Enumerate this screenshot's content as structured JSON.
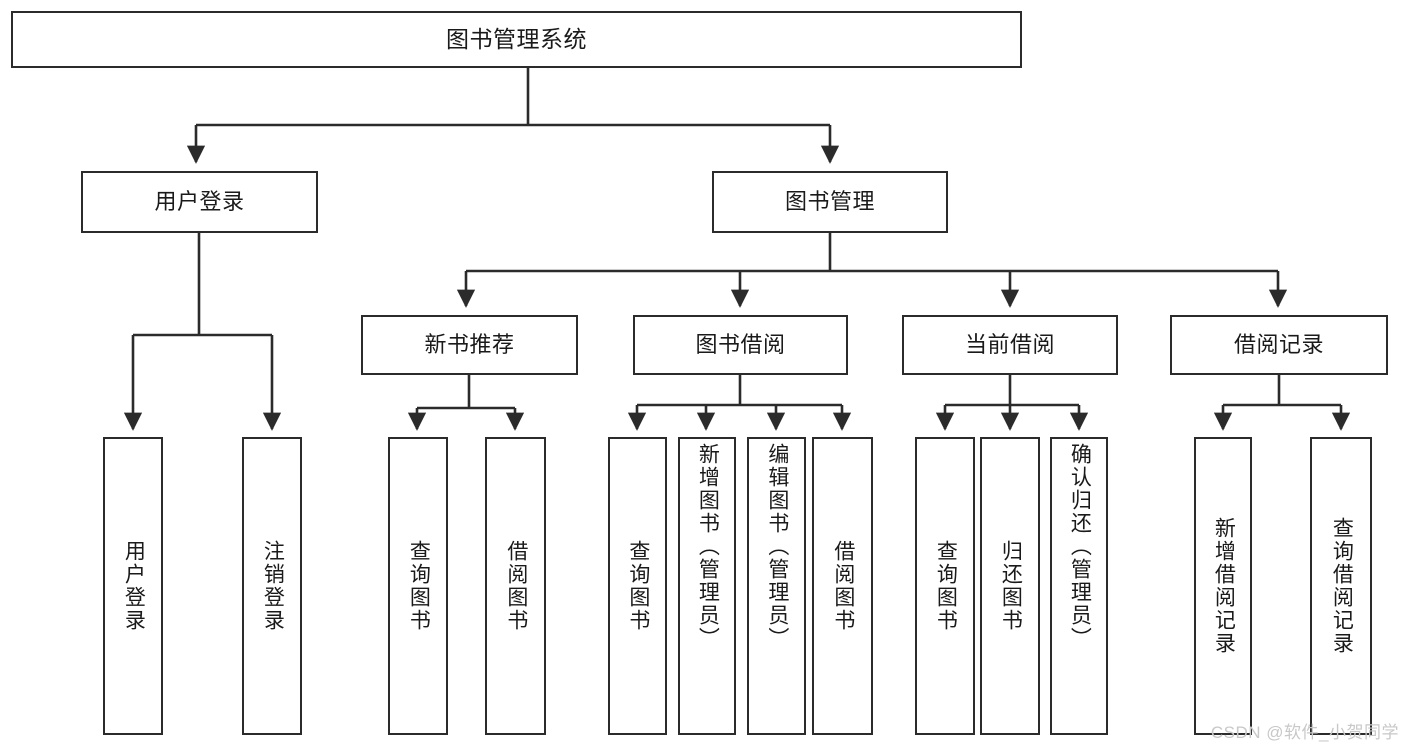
{
  "diagram": {
    "type": "tree-hierarchy",
    "title": "图书管理系统",
    "watermark": "CSDN @软件_小贺同学",
    "colors": {
      "line": "#2b2b2b",
      "box_border": "#2b2b2b",
      "box_fill": "#ffffff",
      "text": "#1a1a1a",
      "watermark": "#c8c8c8"
    },
    "levels": {
      "root": {
        "label": "图书管理系统"
      },
      "level2": [
        {
          "label": "用户登录"
        },
        {
          "label": "图书管理"
        }
      ],
      "level3": [
        {
          "label": "新书推荐"
        },
        {
          "label": "图书借阅"
        },
        {
          "label": "当前借阅"
        },
        {
          "label": "借阅记录"
        }
      ],
      "leaves": {
        "user_login": [
          {
            "label": "用户登录"
          },
          {
            "label": "注销登录"
          }
        ],
        "new_book_recommend": [
          {
            "label": "查询图书"
          },
          {
            "label": "借阅图书"
          }
        ],
        "book_borrow": [
          {
            "label": "查询图书"
          },
          {
            "label": "新增图书（管理员）"
          },
          {
            "label": "编辑图书（管理员）"
          },
          {
            "label": "借阅图书"
          }
        ],
        "current_borrow": [
          {
            "label": "查询图书"
          },
          {
            "label": "归还图书"
          },
          {
            "label": "确认归还（管理员）"
          }
        ],
        "borrow_record": [
          {
            "label": "新增借阅记录"
          },
          {
            "label": "查询借阅记录"
          }
        ]
      }
    }
  }
}
